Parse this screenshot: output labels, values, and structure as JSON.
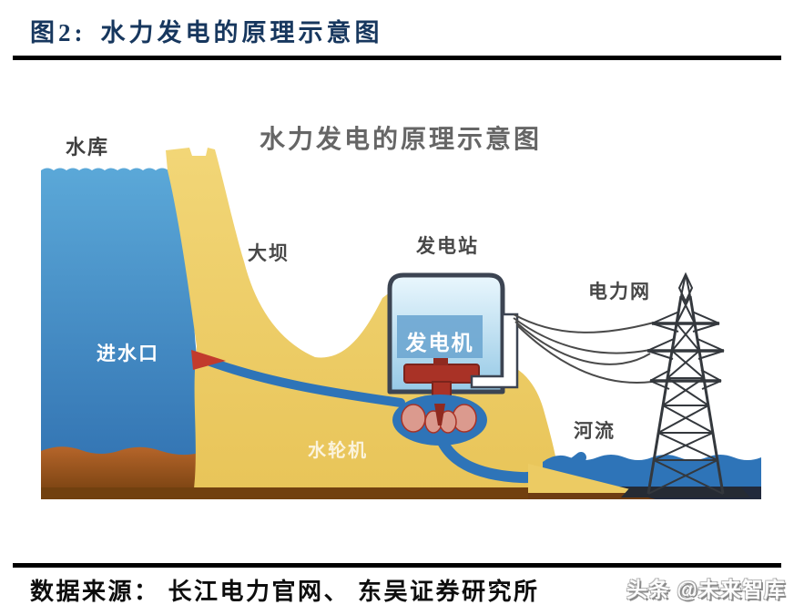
{
  "figure": {
    "label": "图2:",
    "title": "水力发电的原理示意图",
    "source_line": "数据来源：  长江电力官网、 东吴证券研究所",
    "watermark": "头条 @未来智库"
  },
  "diagram": {
    "title": "水力发电的原理示意图",
    "labels": {
      "reservoir": "水库",
      "dam": "大坝",
      "inlet": "进水口",
      "power_station": "发电站",
      "generator": "发电机",
      "turbine": "水轮机",
      "power_grid": "电力网",
      "river": "河流"
    },
    "colors": {
      "title_navy": "#17375E",
      "water_light": "#5BA8D8",
      "water_deep": "#2F6FAF",
      "land_yellow": "#EDCB66",
      "sediment_brown": "#71400F",
      "station_fill": "#BFE2F2",
      "generator_blue": "#6FA8D2",
      "turbine_red": "#A93226",
      "wire_gray": "#4A4A4A"
    }
  }
}
